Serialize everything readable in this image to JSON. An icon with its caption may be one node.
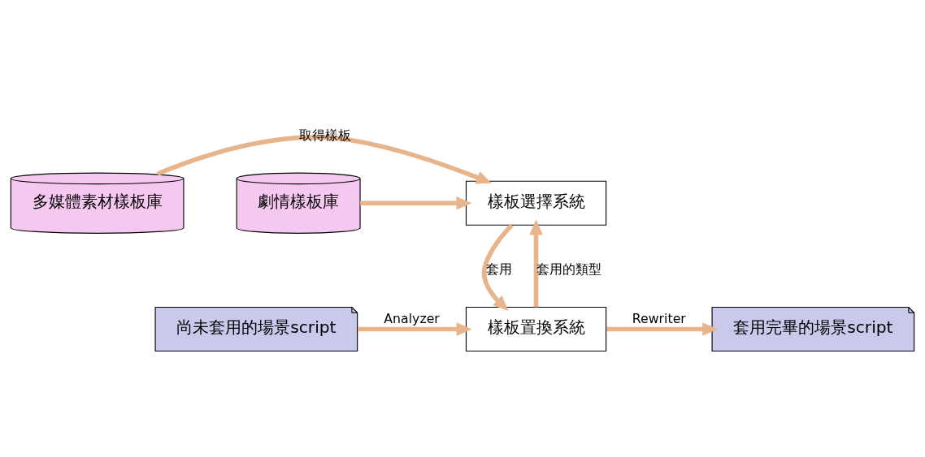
{
  "diagram": {
    "nodes": [
      {
        "text": [
          "樣板選擇系統"
        ]
      },
      {
        "text": [
          "多媒體素材樣板庫"
        ]
      },
      {
        "text": [
          "劇情樣板庫"
        ]
      },
      {
        "text": [
          "尚未套用的場景script"
        ]
      },
      {
        "text": [
          "樣板置換系統"
        ]
      },
      {
        "text": [
          "套用完畢的場景script"
        ]
      }
    ],
    "edges": [
      {
        "from": 1,
        "to": 0,
        "arrow": "to",
        "label": "取得樣板"
      },
      {
        "from": 2,
        "to": 0,
        "arrow": "to"
      },
      {
        "from": 0,
        "to": 4,
        "arrow": "to",
        "label": "套用"
      },
      {
        "from": 4,
        "to": 0,
        "arrow": "to",
        "label": "套用的類型"
      },
      {
        "from": 3,
        "to": 4,
        "arrow": "to",
        "label": "Analyzer"
      },
      {
        "from": 4,
        "to": 5,
        "arrow": "to",
        "label": "Rewriter"
      }
    ]
  }
}
